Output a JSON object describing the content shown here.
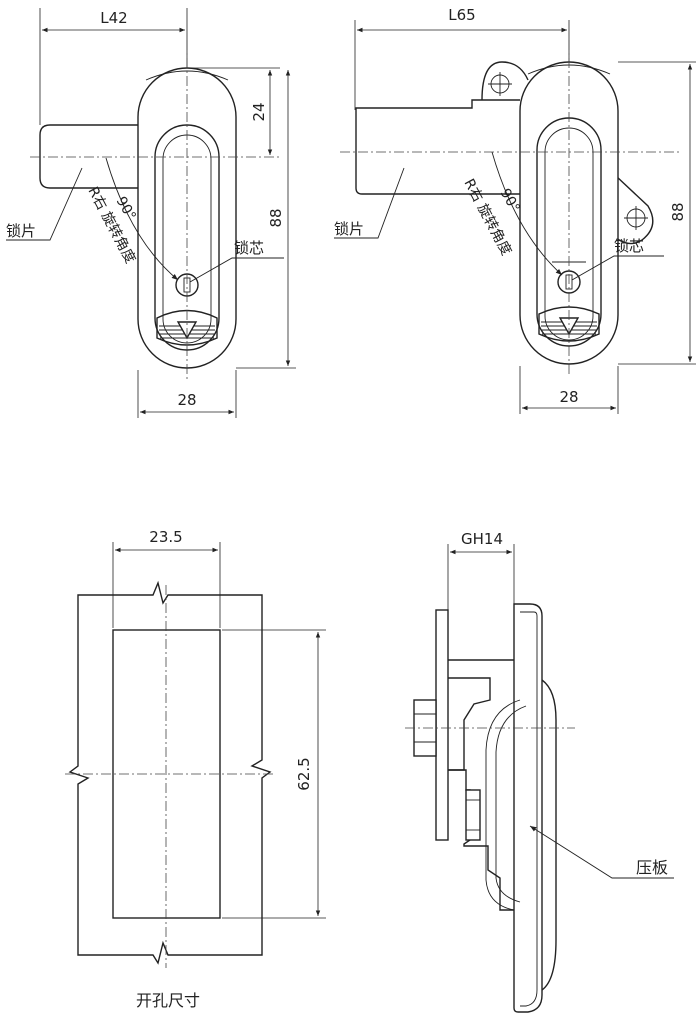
{
  "view_left": {
    "dim_width_top": "L42",
    "dim_offset": "24",
    "dim_height": "88",
    "dim_width_bottom": "28",
    "label_blade": "锁片",
    "label_core": "锁芯",
    "rotation_angle": "90°",
    "rotation_text": "R右 旋转角度"
  },
  "view_right": {
    "dim_width_top": "L65",
    "dim_height": "88",
    "dim_width_bottom": "28",
    "label_blade": "锁片",
    "label_core": "锁芯",
    "rotation_angle": "90°",
    "rotation_text": "R右 旋转角度"
  },
  "cutout": {
    "dim_width": "23.5",
    "dim_height": "62.5",
    "caption": "开孔尺寸"
  },
  "side_view": {
    "dim_depth": "GH14",
    "label_plate": "压板"
  }
}
